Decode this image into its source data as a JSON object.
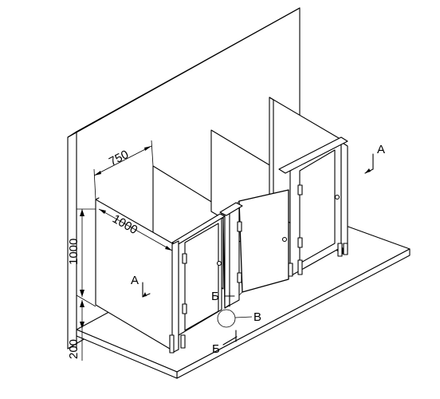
{
  "dimensions": {
    "depth": "750",
    "width": "1000",
    "height": "1000",
    "clearance": "200"
  },
  "labels": {
    "section_a": "А",
    "section_b": "Б",
    "detail_v": "В"
  }
}
